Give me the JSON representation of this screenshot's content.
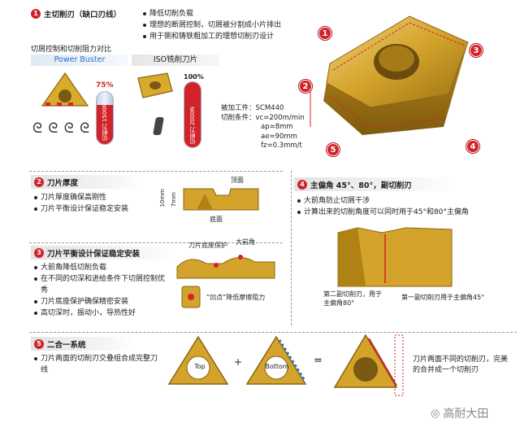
{
  "sec1": {
    "num": "1",
    "title": "主切削刃（缺口刃线）",
    "bullets": [
      "降低切削负载",
      "理想的断屑控制，切屑被分割成小片排出",
      "用于铡和铸铁粗加工的理想切削刃设计"
    ],
    "compare_title": "切屑控制和切削阻力对比",
    "col_a": "Power Buster",
    "col_b": "ISO铣削刀片",
    "bar_a": {
      "percent_label": "75%",
      "value": 0.75,
      "text": "切削力 1500N"
    },
    "bar_b": {
      "percent_label": "100%",
      "value": 1.0,
      "text": "切削力 2000N"
    },
    "conditions": {
      "material_label": "被加工件：",
      "material": "SCM440",
      "cond_label": "切削条件：",
      "vc": "vc=200m/min",
      "ap": "ap=8mm",
      "ae": "ae=90mm",
      "fz": "fz=0.3mm/t"
    }
  },
  "hero_markers": [
    "1",
    "2",
    "3",
    "4",
    "5"
  ],
  "sec2": {
    "num": "2",
    "title": "刀片厚度",
    "bullets": [
      "刀片厚度确保高刚性",
      "刀片平衡设计保证稳定安装"
    ],
    "top_label": "顶面",
    "bottom_label": "底面",
    "dim_a": "10mm",
    "dim_b": "7mm"
  },
  "sec3": {
    "num": "3",
    "title": "刀片平衡设计保证稳定安装",
    "bullets": [
      "大前角降低切削负载",
      "在不同的切深和进给条件下切屑控制优秀",
      "刀片底座保护确保精密安装",
      "高切深时，振动小，导热性好"
    ],
    "label_base": "刀片底座保护",
    "label_rake": "大前角",
    "label_dimple": "“凹点”降低摩擦阻力"
  },
  "sec4": {
    "num": "4",
    "title": "主偏角 45°、80°，副切削刃",
    "bullets": [
      "大前角防止切屑干涉",
      "计算出来的切削角度可以同时用于45°和80°主偏角"
    ],
    "label_second": "第二副切削刃，用于主偏角80°",
    "label_first": "第一副切削刃用于主偏角45°"
  },
  "sec5": {
    "num": "5",
    "title": "二合一系统",
    "bullets": [
      "刀片两面的切削刃交叠组合成完整刀线"
    ],
    "top": "Top",
    "bottom": "Bottom",
    "plus": "+",
    "equals": "=",
    "note": "刀片两面不同的切削刃，完美的合并成一个切削刃"
  },
  "watermark": "高耐大田",
  "colors": {
    "accent": "#d2232a",
    "gold": "#c99a1c",
    "blue": "#2a6fc9"
  }
}
